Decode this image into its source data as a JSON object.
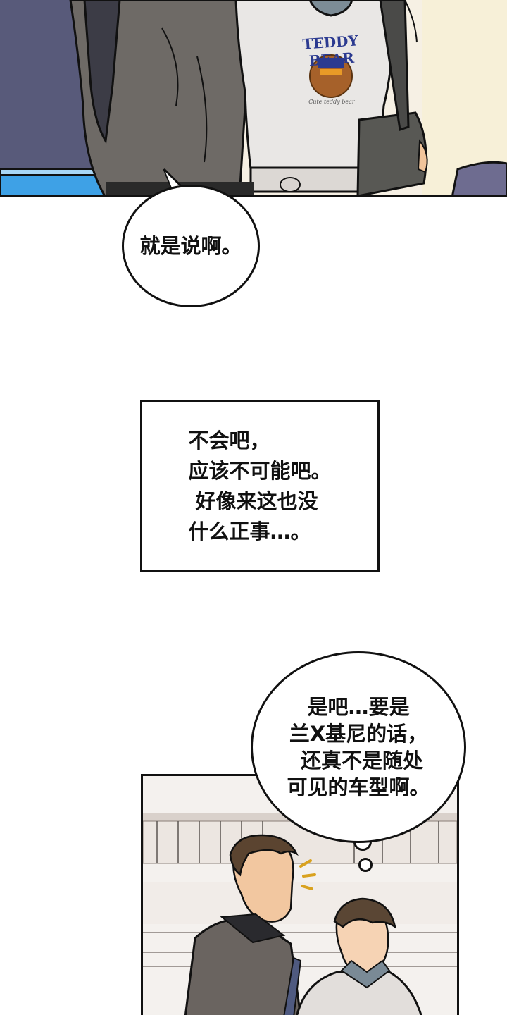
{
  "panels": {
    "top": {
      "sweater_logo": "TEDDY BEAR",
      "sweater_script": "Cute teddy bear"
    }
  },
  "bubbles": {
    "speech_1": "就是说啊。",
    "caption": "不会吧，\n应该不可能吧。\n 好像来这也没\n什么正事…。",
    "thought_1": "是吧…要是\n兰X基尼的话，\n 还真不是随处\n可见的车型啊。"
  },
  "colors": {
    "ink": "#111111",
    "navy_wall": "#585a7a",
    "blue_table": "#3ea1e6",
    "coat_grey": "#6e6a66",
    "sweater_grey": "#e9e7e5",
    "building": "#f1ede9"
  }
}
